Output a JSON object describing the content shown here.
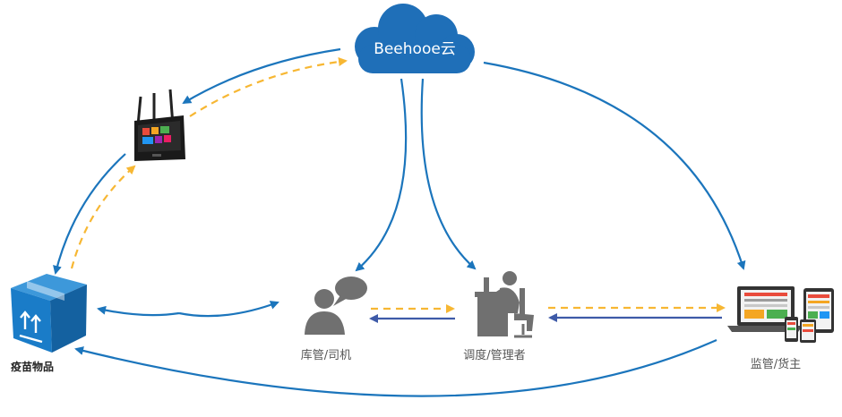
{
  "nodes": {
    "cloud": {
      "label": "Beehooe云"
    },
    "goods": {
      "label": "疫苗物品"
    },
    "warehouse": {
      "label": "库管/司机"
    },
    "dispatcher": {
      "label": "调度/管理者"
    },
    "supervisor": {
      "label": "监管/货主"
    }
  },
  "colors": {
    "cloud_blue": "#1f6fb8",
    "box_blue": "#1a7cc8",
    "arrow_blue": "#1b75bc",
    "arrow_dark_blue": "#3e5aa8",
    "arrow_yellow": "#f7b733",
    "person_gray": "#707070",
    "label_gray": "#555555"
  },
  "icons": {
    "cloud": "cloud-icon",
    "goods": "package-box-icon",
    "device": "tablet-gateway-icon",
    "warehouse": "person-speech-bubble-icon",
    "dispatcher": "person-at-desk-icon",
    "supervisor": "laptop-tablet-phone-icon"
  }
}
